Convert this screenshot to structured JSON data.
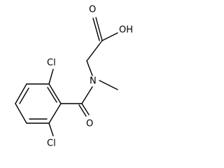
{
  "molecule": {
    "atoms": {
      "oxygen_carbonyl_acid": "O",
      "hydroxyl": "OH",
      "nitrogen": "N",
      "oxygen_amide": "O",
      "chlorine_top": "Cl",
      "chlorine_bottom": "Cl"
    }
  }
}
